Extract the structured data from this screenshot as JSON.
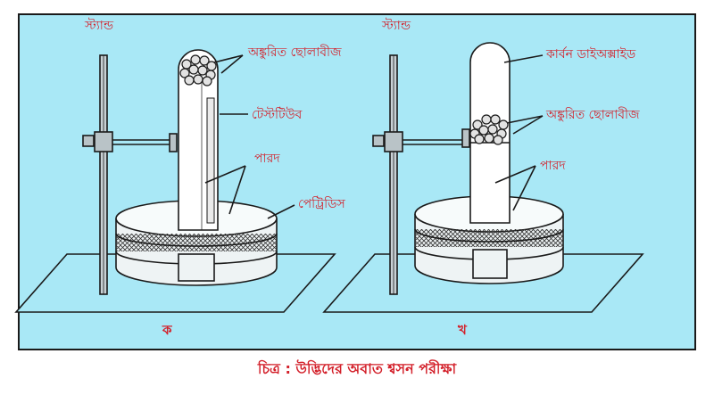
{
  "figure_a": {
    "stand": "স্ট্যান্ড",
    "seeds": "অঙ্কুরিত ছোলাবীজ",
    "test_tube": "টেস্টটিউব",
    "mercury": "পারদ",
    "petri_dish": "পেট্রিডিস",
    "tag": "ক"
  },
  "figure_b": {
    "stand": "স্ট্যান্ড",
    "co2": "কার্বন ডাইঅক্সাইড",
    "seeds": "অঙ্কুরিত ছোলাবীজ",
    "mercury": "পারদ",
    "tag": "খ"
  },
  "caption": "চিত্র : উদ্ভিদের অবাত শ্বসন পরীক্ষা",
  "colors": {
    "panel_bg": "#a9e8f6",
    "label": "#d3202a",
    "line": "#1a1a1a"
  }
}
